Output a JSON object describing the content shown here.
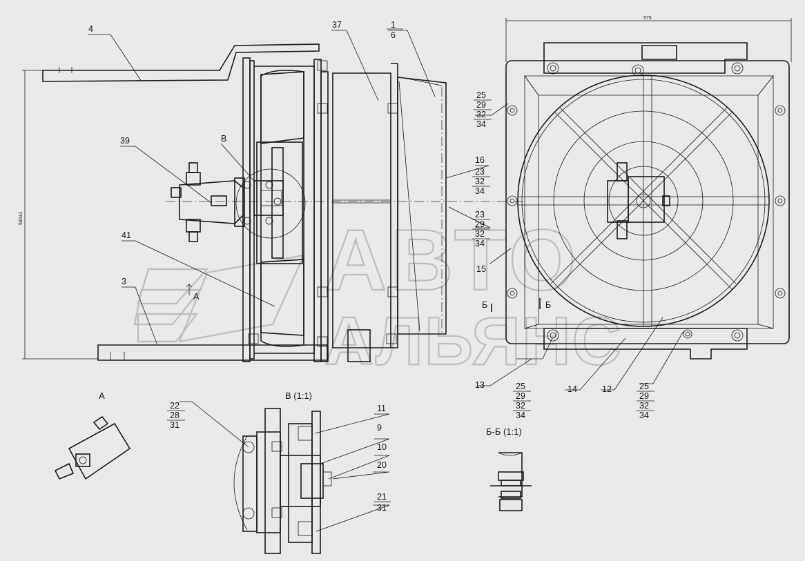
{
  "callouts": {
    "c4": "4",
    "c37": "37",
    "c1": "1",
    "c6": "6",
    "c39": "39",
    "cB": "В",
    "c41": "41",
    "c3": "3",
    "cA": "А",
    "s25a": [
      "25",
      "29",
      "32",
      "34"
    ],
    "c16": "16",
    "s23a": [
      "23",
      "32",
      "34"
    ],
    "s23b": [
      "23",
      "29",
      "32",
      "34"
    ],
    "c15": "15",
    "cBB1": "Б",
    "cBB2": "Б",
    "c13": "13",
    "s25b": [
      "25",
      "29",
      "32",
      "34"
    ],
    "c14": "14",
    "c12": "12",
    "s25c": [
      "25",
      "29",
      "32",
      "34"
    ],
    "s22": [
      "22",
      "28",
      "31"
    ],
    "c11": "11",
    "c9": "9",
    "c10": "10",
    "c20": "20",
    "s21": [
      "21",
      "31"
    ]
  },
  "dims": {
    "width": "575",
    "height": "590±1"
  },
  "views": {
    "view_a": "А",
    "view_b": "В (1:1)",
    "section_bb": "Б-Б   (1:1)"
  },
  "watermark": {
    "line1": "АВТО",
    "line2": "АЛЬЯНС"
  }
}
